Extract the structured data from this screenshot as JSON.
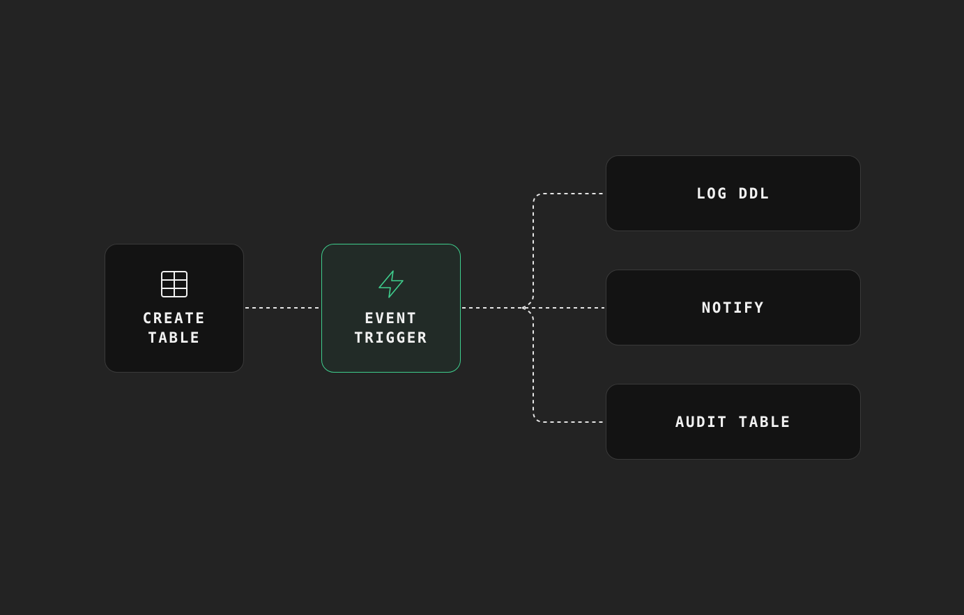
{
  "diagram": {
    "colors": {
      "background": "#232323",
      "node_fill": "#131313",
      "node_border": "#3a3a3a",
      "active_fill": "#222b27",
      "active_border": "#3fcf8e",
      "connector": "#e6e6e6",
      "text": "#f2f2f2"
    },
    "nodes": {
      "create_table": {
        "label": "CREATE TABLE",
        "icon": "table-grid-icon"
      },
      "event_trigger": {
        "label": "EVENT TRIGGER",
        "icon": "lightning-bolt-icon"
      },
      "log_ddl": {
        "label": "LOG DDL"
      },
      "notify": {
        "label": "NOTIFY"
      },
      "audit_table": {
        "label": "AUDIT TABLE"
      }
    }
  }
}
